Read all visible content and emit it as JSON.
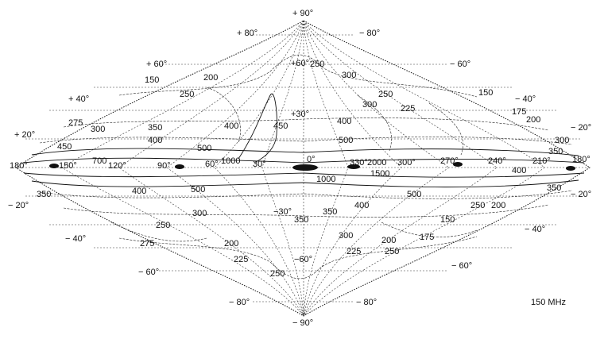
{
  "map": {
    "frequency_label": "150 MHz",
    "latitude_labels_left": [
      "+ 90°",
      "+ 80°",
      "+ 60°",
      "+ 40°",
      "+ 20°",
      "− 20°",
      "− 40°",
      "− 60°",
      "− 80°",
      "− 90°"
    ],
    "latitude_labels_right": [
      "− 80°",
      "− 60°",
      "− 40°",
      "− 20°",
      "− 20°",
      "− 40°",
      "− 60°",
      "− 80°"
    ],
    "longitude_labels": [
      "180°",
      "150°",
      "120°",
      "90°",
      "60°",
      "30°",
      "0°",
      "330°",
      "300°",
      "270°",
      "240°",
      "210°",
      "180°"
    ],
    "grid_labels": [
      "+30°",
      "+60°",
      "−30°",
      "−60°"
    ],
    "contour_labels": [
      "150",
      "200",
      "250",
      "275",
      "300",
      "350",
      "400",
      "450",
      "500",
      "700",
      "1000",
      "2000",
      "1500",
      "1000",
      "250",
      "300",
      "250",
      "225",
      "150",
      "175",
      "200",
      "350",
      "300",
      "400",
      "500",
      "350",
      "275",
      "250",
      "200",
      "225",
      "250",
      "300",
      "350",
      "400",
      "500",
      "400",
      "350",
      "300",
      "250",
      "225",
      "200",
      "175",
      "150",
      "200",
      "250",
      "350",
      "400",
      "500",
      "450",
      "400",
      "300"
    ]
  }
}
